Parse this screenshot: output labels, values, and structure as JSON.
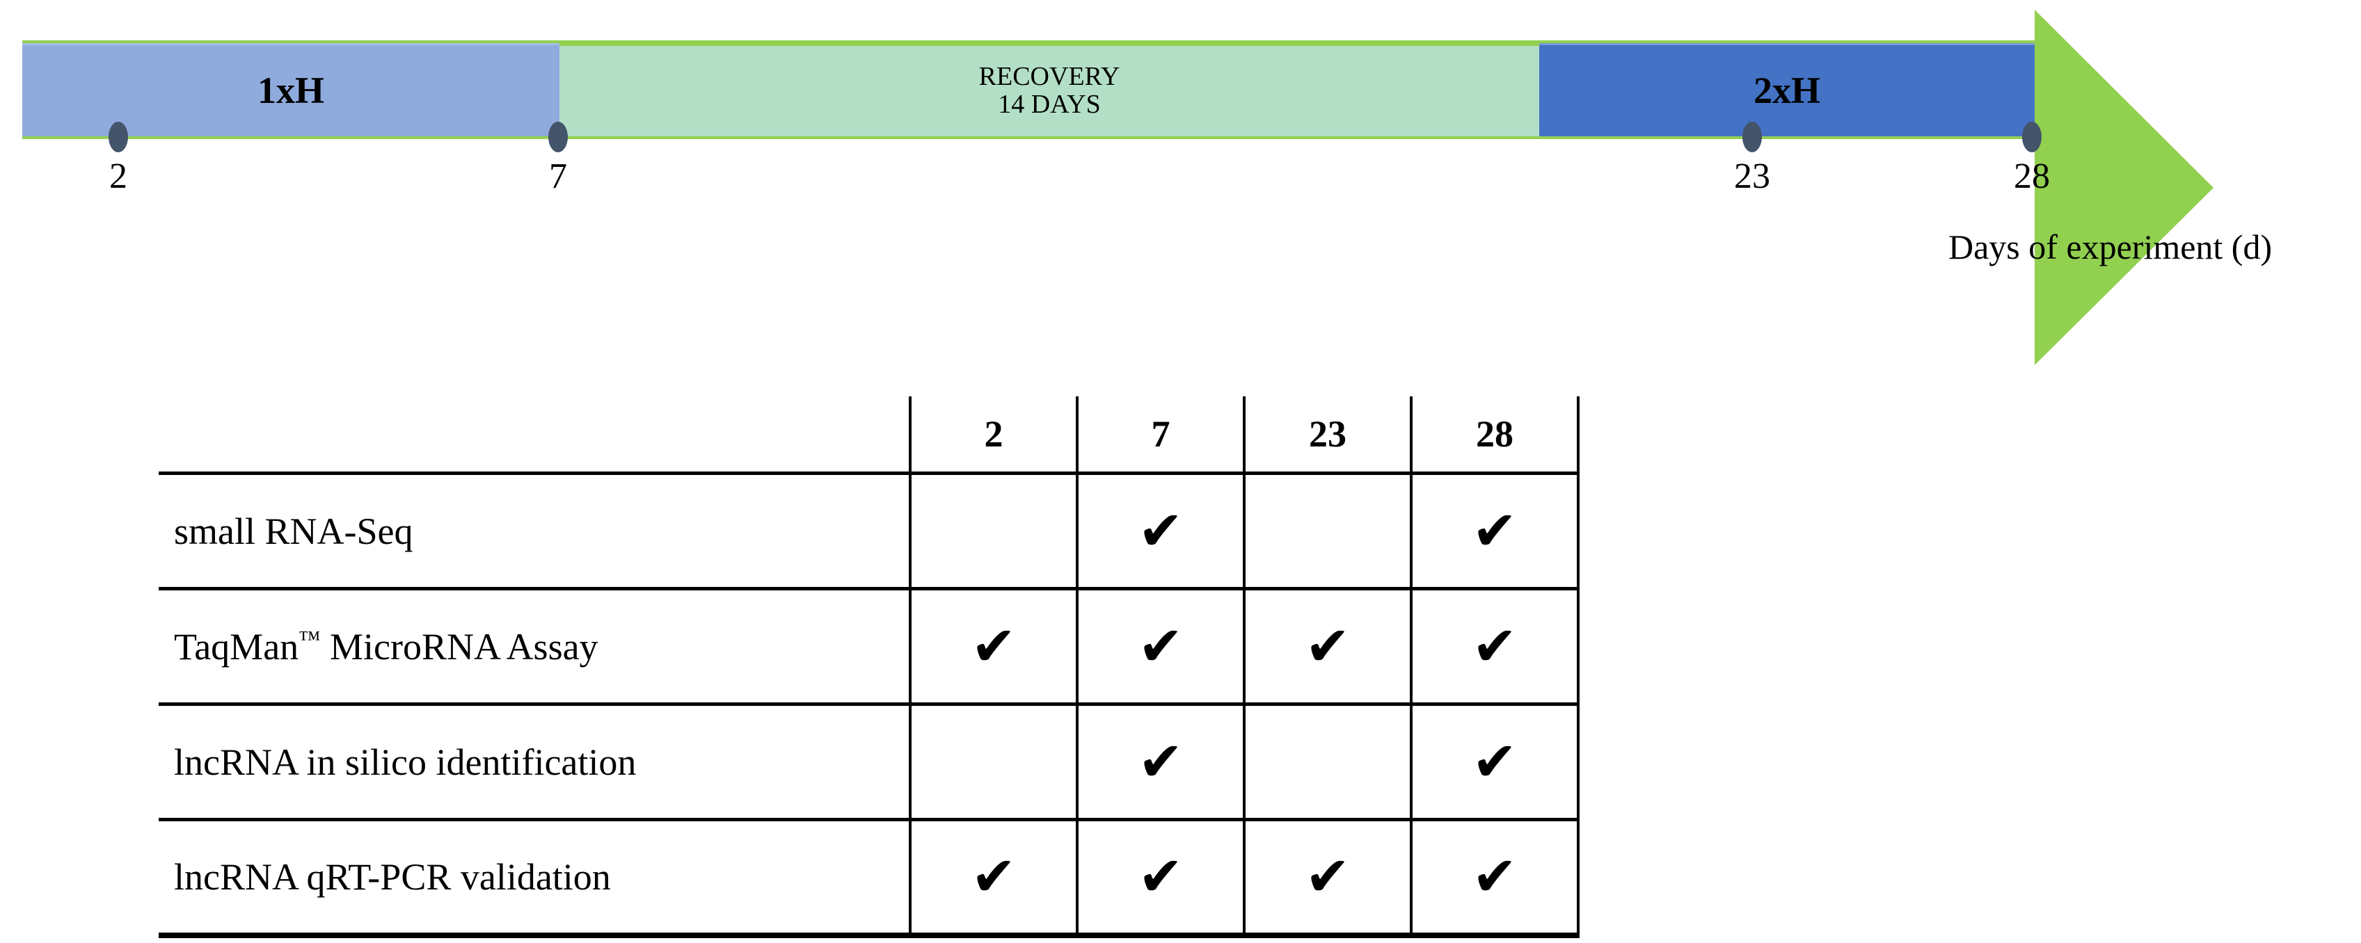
{
  "timeline": {
    "segments": [
      {
        "id": "phase-1xh",
        "label": "1xH",
        "sublabel": "",
        "color": "#8FAADC"
      },
      {
        "id": "phase-recovery",
        "label": "RECOVERY",
        "sublabel": "14 DAYS",
        "color": "#B3DFC6"
      },
      {
        "id": "phase-2xh",
        "label": "2xH",
        "sublabel": "",
        "color": "#4472C4"
      }
    ],
    "arrow_color": "#92D050",
    "marker_color": "#44546A",
    "day_markers": [
      {
        "day": "2"
      },
      {
        "day": "7"
      },
      {
        "day": "23"
      },
      {
        "day": "28"
      }
    ],
    "axis_caption": "Days of experiment (d)"
  },
  "table": {
    "corner_label": "",
    "columns": [
      "2",
      "7",
      "23",
      "28"
    ],
    "check_glyph": "✔",
    "rows": [
      {
        "label": "small RNA-Seq",
        "checks": [
          false,
          true,
          false,
          true
        ]
      },
      {
        "label": "TaqMan™ MicroRNA Assay",
        "checks": [
          true,
          true,
          true,
          true
        ]
      },
      {
        "label": "lncRNA in silico identification",
        "checks": [
          false,
          true,
          false,
          true
        ]
      },
      {
        "label": "lncRNA qRT-PCR validation",
        "checks": [
          true,
          true,
          true,
          true
        ]
      }
    ]
  },
  "chart_data": {
    "type": "table",
    "title": "Experimental design timeline and sampling schedule",
    "xlabel": "Days of experiment (d)",
    "ylabel": "",
    "timeline_phases": [
      {
        "name": "1xH",
        "start_day": 0,
        "end_day": 7,
        "color": "#8FAADC"
      },
      {
        "name": "RECOVERY",
        "start_day": 7,
        "end_day": 21,
        "duration_days": 14,
        "color": "#B3DFC6"
      },
      {
        "name": "2xH",
        "start_day": 21,
        "end_day": 28,
        "color": "#4472C4"
      }
    ],
    "sampling_days": [
      2,
      7,
      23,
      28
    ],
    "categories": [
      "2",
      "7",
      "23",
      "28"
    ],
    "series": [
      {
        "name": "small RNA-Seq",
        "values": [
          0,
          1,
          0,
          1
        ]
      },
      {
        "name": "TaqMan™ MicroRNA Assay",
        "values": [
          1,
          1,
          1,
          1
        ]
      },
      {
        "name": "lncRNA in silico identification",
        "values": [
          0,
          1,
          0,
          1
        ]
      },
      {
        "name": "lncRNA qRT-PCR validation",
        "values": [
          1,
          1,
          1,
          1
        ]
      }
    ],
    "legend": [],
    "grid": true
  }
}
